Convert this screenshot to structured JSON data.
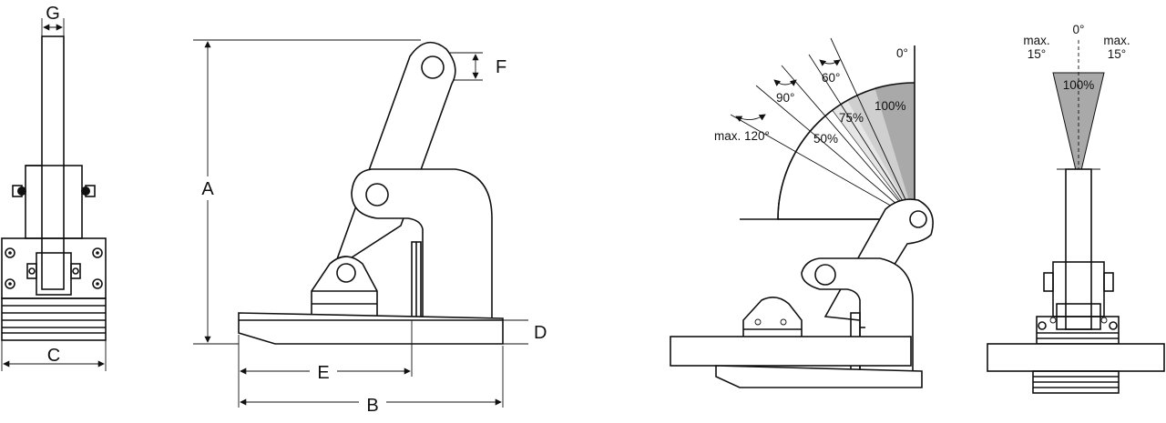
{
  "labels": {
    "g": "G",
    "a": "A",
    "b": "B",
    "c": "C",
    "d": "D",
    "e": "E",
    "f": "F"
  },
  "angles": {
    "zero": "0°",
    "sixty": "60°",
    "ninety": "90°",
    "max_120": "max. 120°",
    "load_100": "100%",
    "load_75": "75%",
    "load_50": "50%"
  },
  "side_tilt": {
    "zero": "0°",
    "left_max": "max.",
    "left_deg": "15°",
    "right_max": "max.",
    "right_deg": "15°",
    "load_100": "100%"
  },
  "colors": {
    "dark_sector": "#a9a9a9",
    "mid_sector": "#cfcfcf",
    "light_sector": "#e6e6e6"
  }
}
